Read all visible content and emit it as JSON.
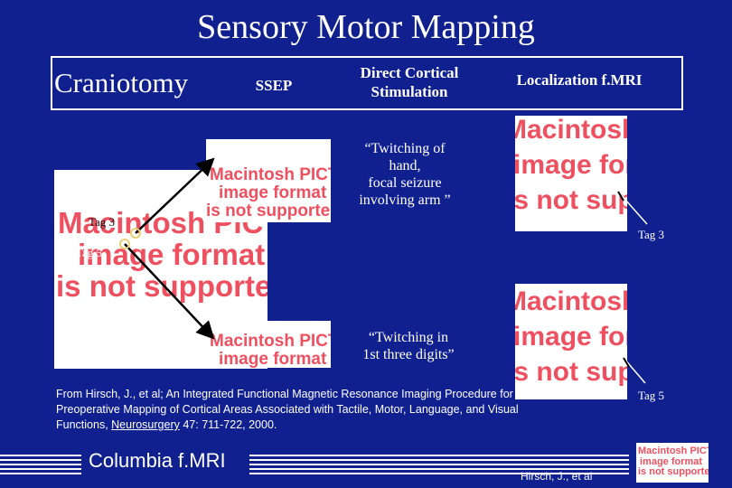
{
  "title": "Sensory Motor Mapping",
  "columns": {
    "craniotomy": "Craniotomy",
    "ssep": "SSEP",
    "dcs_line1": "Direct Cortical",
    "dcs_line2": "Stimulation",
    "localization": "Localization f.MRI"
  },
  "placeholder": {
    "line1": "Macintosh PICT",
    "line2": "image format",
    "line3": "is not supported"
  },
  "quotes": {
    "hand_line1": "“Twitching of",
    "hand_line2": "hand,",
    "hand_line3": "focal seizure",
    "hand_line4": "involving arm ”",
    "digits_line1": "“Twitching in",
    "digits_line2": "1st three digits”"
  },
  "tags": {
    "tag3": "Tag 3",
    "tag5": "Tag 5"
  },
  "citation": {
    "pre": "From Hirsch, J., et al;  An Integrated Functional Magnetic Resonance Imaging Procedure for Preoperative Mapping of Cortical Areas Associated with Tactile, Motor, Language, and Visual Functions, ",
    "journal": "Neurosurgery",
    "post": " 47: 711-722, 2000."
  },
  "footer": {
    "brand": "Columbia  f.MRI",
    "author": "Hirsch, J., et al"
  },
  "colors": {
    "background": "#10208f",
    "placeholder_text": "#ee5060"
  }
}
